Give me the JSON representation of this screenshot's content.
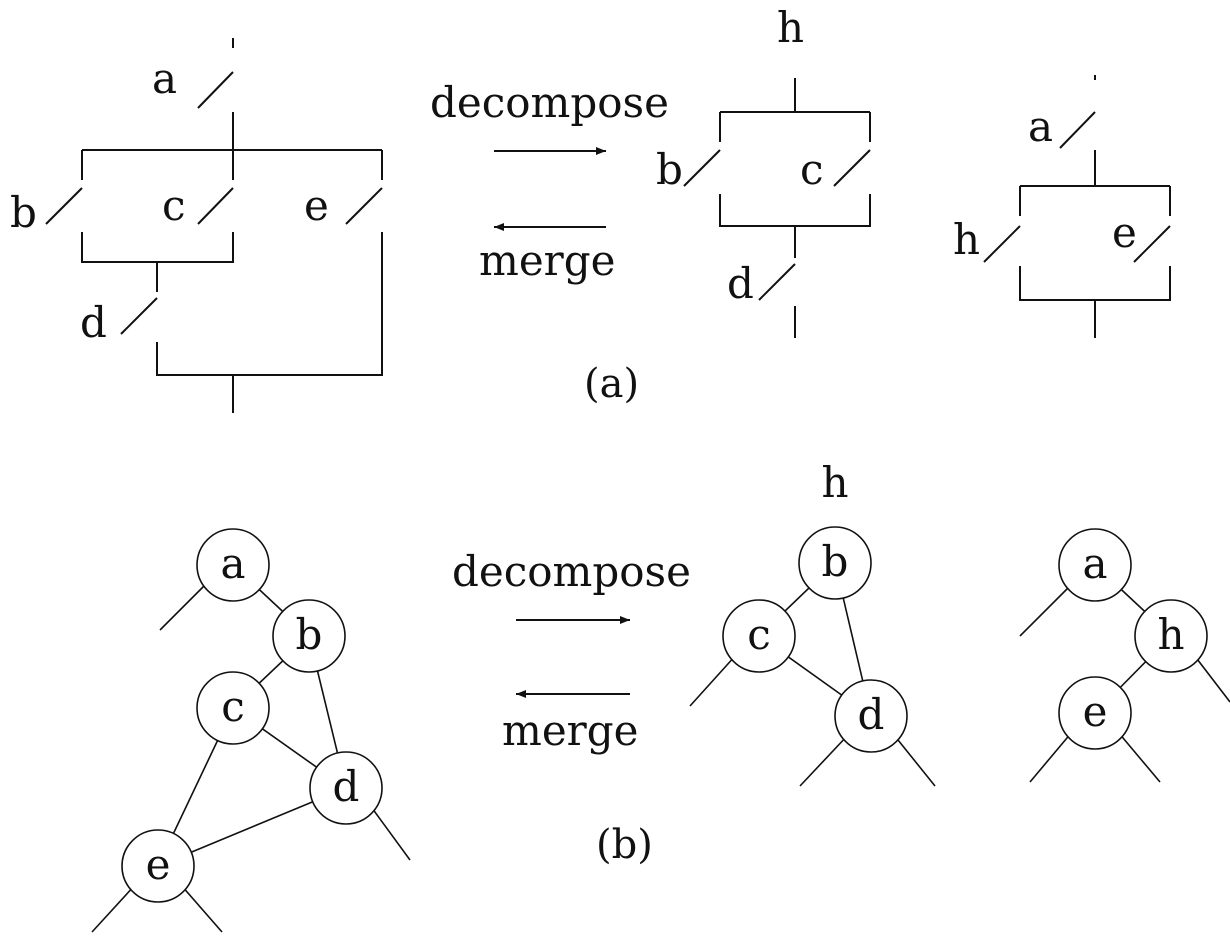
{
  "panel_a": {
    "caption": "(a)",
    "original": {
      "switches": [
        "a",
        "b",
        "c",
        "d",
        "e"
      ]
    },
    "decompose_label": "decompose",
    "merge_label": "merge",
    "component_h": {
      "terminal": "h",
      "switches": [
        "b",
        "c",
        "d"
      ]
    },
    "component_rest": {
      "switches": [
        "a",
        "h",
        "e"
      ]
    }
  },
  "panel_b": {
    "caption": "(b)",
    "original_graph": {
      "nodes": [
        "a",
        "b",
        "c",
        "d",
        "e"
      ],
      "edges": [
        [
          "a",
          "b"
        ],
        [
          "b",
          "c"
        ],
        [
          "b",
          "d"
        ],
        [
          "c",
          "d"
        ],
        [
          "c",
          "e"
        ],
        [
          "d",
          "e"
        ]
      ]
    },
    "decompose_label": "decompose",
    "merge_label": "merge",
    "graph_h": {
      "title": "h",
      "nodes": [
        "b",
        "c",
        "d"
      ],
      "edges": [
        [
          "b",
          "c"
        ],
        [
          "b",
          "d"
        ],
        [
          "c",
          "d"
        ]
      ]
    },
    "graph_rest": {
      "nodes": [
        "a",
        "h",
        "e"
      ],
      "edges": [
        [
          "a",
          "h"
        ],
        [
          "h",
          "e"
        ]
      ]
    }
  }
}
